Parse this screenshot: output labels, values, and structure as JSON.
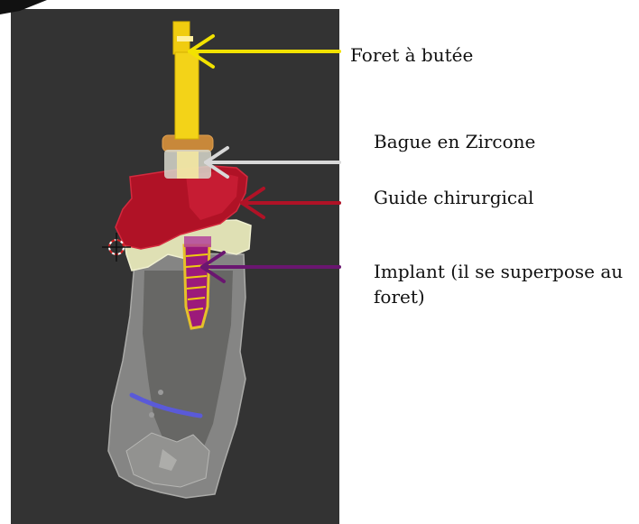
{
  "annotations": [
    {
      "label": "Foret à butée",
      "color": "#f2e200"
    },
    {
      "label": "Bague en Zircone",
      "color": "#d8d8d8"
    },
    {
      "label": "Guide chirurgical",
      "color": "#b01226"
    },
    {
      "label": "Implant (il se superpose au foret)",
      "color": "#6a1670"
    }
  ],
  "colors": {
    "viewport_background": "#333333",
    "bone": "#c4c4c0",
    "gum": "#dfe0b4",
    "guide": "#b01226",
    "drill": "#f0cc10",
    "ring": "#c8883a",
    "implant_core": "#9c1a7a",
    "nerve": "#5a5ad8"
  }
}
